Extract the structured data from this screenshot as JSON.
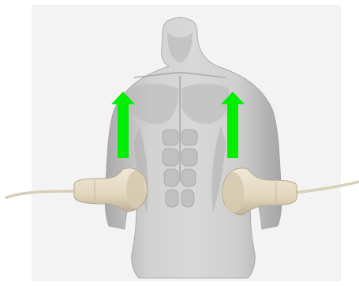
{
  "figure": {
    "subject": "torso",
    "arrows": [
      {
        "side": "left",
        "direction": "up"
      },
      {
        "side": "right",
        "direction": "up"
      }
    ],
    "probes": [
      {
        "side": "left",
        "cable_direction": "left"
      },
      {
        "side": "right",
        "cable_direction": "right"
      }
    ]
  },
  "colors": {
    "background": "#f3f3f3",
    "torso": "#c8c8c8",
    "torso_shadow": "#9e9e9e",
    "arrow": "#00ee00",
    "probe": "#e6dcc6",
    "probe_shadow": "#b9ac94",
    "cable": "#d9cfb8"
  },
  "icons": [
    "torso-figure",
    "arrow-up-icon",
    "ultrasound-probe-icon"
  ]
}
